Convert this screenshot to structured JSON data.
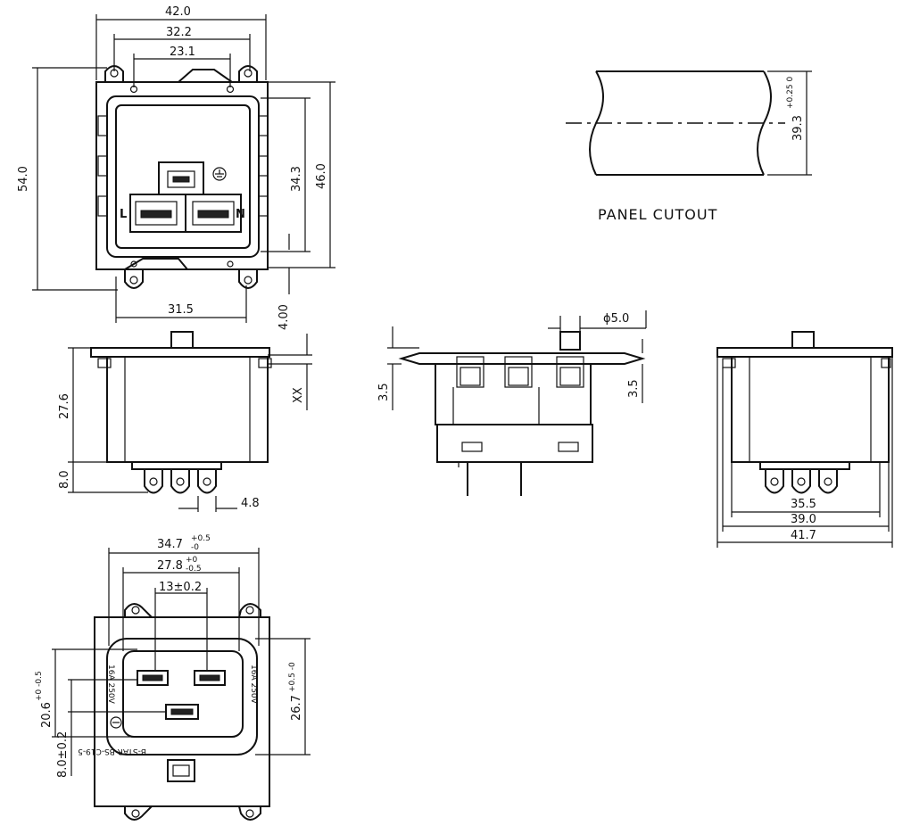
{
  "dimensions": {
    "top_width_42": "42.0",
    "top_width_32": "32.2",
    "top_width_23": "23.1",
    "height_54": "54.0",
    "height_34": "34.3",
    "height_46": "46.0",
    "bottom_width_31": "31.5",
    "offset_4": "4.00",
    "side_27": "27.6",
    "side_8": "8.0",
    "side_xx": "XX",
    "pin_4_8": "4.8",
    "dia_5": "ϕ5.0",
    "left_3_5": "3.5",
    "right_3_5": "3.5",
    "w_35_5": "35.5",
    "w_39": "39.0",
    "w_41_7": "41.7",
    "f_34_7": "34.7",
    "f_34_7_tol_up": "+0.5",
    "f_34_7_tol_dn": "-0",
    "f_27_8": "27.8",
    "f_27_8_tol_up": "+0",
    "f_27_8_tol_dn": "-0.5",
    "f_13": "13±0.2",
    "f_20_6": "20.6",
    "f_20_6_tol": "+0 -0.5",
    "f_8_0": "8.0±0.2",
    "f_26_7": "26.7",
    "f_26_7_tol": "+0.5 -0",
    "cutout_39_3": "39.3",
    "cutout_tol": "+0.25 0"
  },
  "labels": {
    "panel_cutout": "PANEL  CUTOUT",
    "live": "L",
    "neutral": "N",
    "brand_text": "B-STAR  BS-C19-5",
    "rating_left": "16A 250V",
    "rating_right": "16A 250V"
  },
  "icons": {
    "ground": "ground-symbol-icon"
  }
}
